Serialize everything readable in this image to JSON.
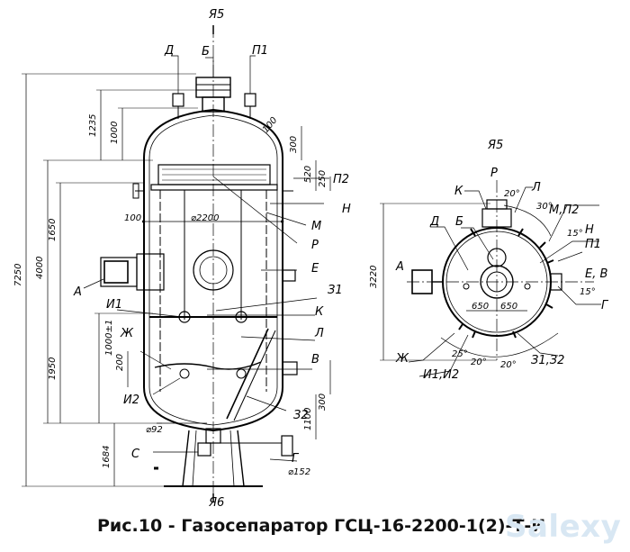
{
  "caption": "Рис.10 - Газосепаратор ГСЦ-16-2200-1(2)-Т-И",
  "watermark": "Salexy",
  "views": {
    "front": {
      "section_top": "Я5",
      "section_bottom": "Я6",
      "nozzles": [
        "А",
        "Б",
        "В",
        "Г",
        "Д",
        "Е",
        "Ж",
        "З1",
        "З2",
        "И1",
        "И2",
        "К",
        "Л",
        "М",
        "Н",
        "П1",
        "П2",
        "Р",
        "С"
      ],
      "dimensions": [
        "7250",
        "4000",
        "1235",
        "1000",
        "300",
        "520",
        "250",
        "1650",
        "100",
        "⌀2200",
        "1950",
        "1000±1",
        "200",
        "300",
        "1100",
        "1684",
        "⌀92",
        "⌀152",
        "100"
      ]
    },
    "top": {
      "title": "Я5",
      "labels": [
        "Р",
        "К",
        "Л",
        "Д",
        "Б",
        "М,П2",
        "Н",
        "П1",
        "А",
        "Е, В",
        "Г",
        "Ж",
        "И1,И2",
        "З1,З2"
      ],
      "dimensions": [
        "3220",
        "650",
        "650",
        "20°",
        "30°",
        "15°",
        "15°",
        "25°",
        "20°",
        "20°"
      ]
    }
  }
}
